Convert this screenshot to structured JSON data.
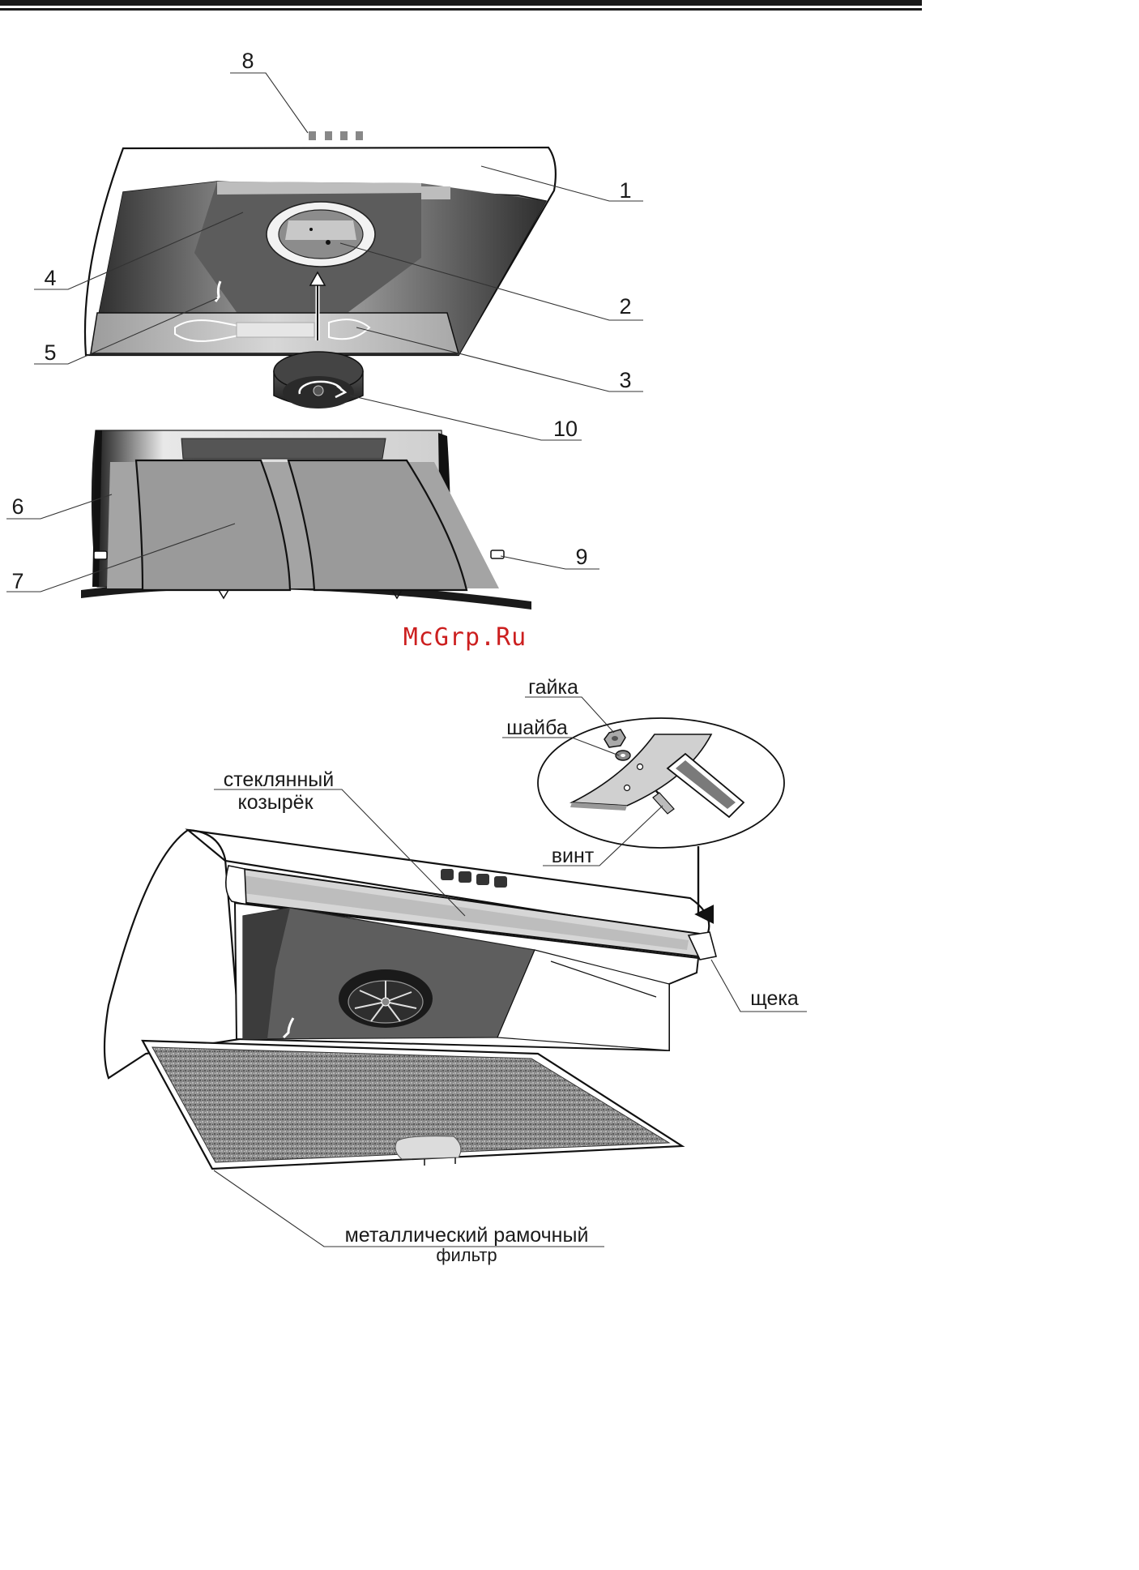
{
  "callouts": {
    "c1": "1",
    "c2": "2",
    "c3": "3",
    "c4": "4",
    "c5": "5",
    "c6": "6",
    "c7": "7",
    "c8": "8",
    "c9": "9",
    "c10": "10"
  },
  "watermark": "McGrp.Ru",
  "labels": {
    "nut": "гайка",
    "washer": "шайба",
    "visor_line1": "стеклянный",
    "visor_line2": "козырёк",
    "screw": "винт",
    "cheek": "щека",
    "filter_line1": "металлический рамочный",
    "filter_line2": "фильтр"
  }
}
